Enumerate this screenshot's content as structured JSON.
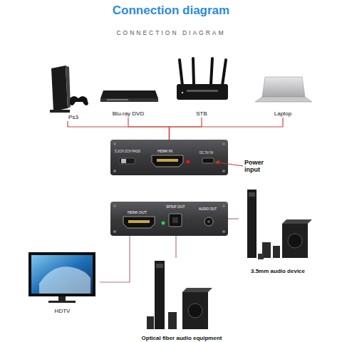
{
  "diagram": {
    "title": "Connection diagram",
    "nodes": [
      {
        "text": [
          "Ps3"
        ]
      },
      {
        "text": [
          "Blu-ray DVD"
        ]
      },
      {
        "text": [
          "STB"
        ]
      },
      {
        "text": [
          "Laptop"
        ]
      },
      {
        "text": [
          "5.1CH 2CH PASS",
          "HDMI IN",
          "DC 5V IN"
        ]
      },
      {
        "text": [
          "HDMI OUT",
          "SPDIF OUT",
          "AUDIO OUT"
        ]
      },
      {
        "text": [
          "3.5mm audio device"
        ]
      },
      {
        "text": [
          "HDTV"
        ]
      },
      {
        "text": [
          "Optical fiber audio equipment"
        ]
      }
    ],
    "edges": [
      {
        "from": 0,
        "to": 4,
        "arrow": "none"
      },
      {
        "from": 1,
        "to": 4,
        "arrow": "none"
      },
      {
        "from": 2,
        "to": 4,
        "arrow": "none"
      },
      {
        "from": 3,
        "to": 4,
        "arrow": "none"
      },
      {
        "from": 5,
        "to": 6,
        "arrow": "none"
      },
      {
        "from": 5,
        "to": 7,
        "arrow": "none"
      },
      {
        "from": 5,
        "to": 8,
        "arrow": "none"
      }
    ],
    "labels": [
      "CONNECTION DIAGRAM",
      "Power input"
    ]
  }
}
